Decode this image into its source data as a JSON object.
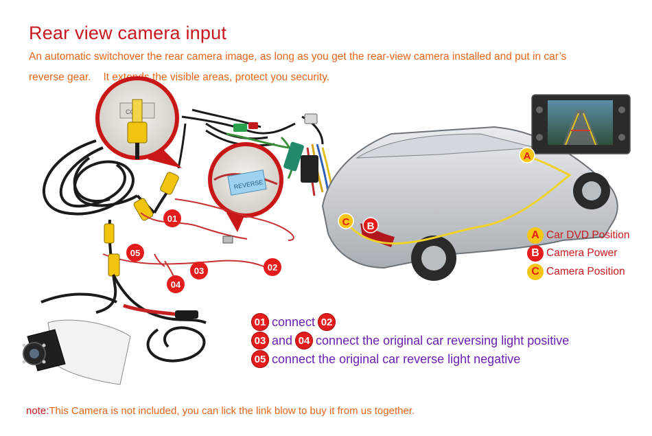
{
  "title": "Rear view camera input",
  "intro": {
    "line1": "An automatic switchover the rear camera image, as long as you get the rear-view camera installed and put in car’s",
    "line2a": "reverse gear.",
    "line2b": "It extends the visible areas, protect you security."
  },
  "zoom_labels": {
    "reverse_tag": "REVERSE",
    "ccd_tag": "CCD"
  },
  "wire_labels": [
    "01",
    "02",
    "03",
    "04",
    "05"
  ],
  "car_markers": {
    "a": "A",
    "b": "B",
    "c": "C"
  },
  "legend": [
    {
      "letter": "A",
      "text": "Car DVD Position",
      "color": "#f5c518"
    },
    {
      "letter": "B",
      "text": "Camera Power",
      "color": "#e41c1c"
    },
    {
      "letter": "C",
      "text": "Camera Position",
      "color": "#f5c518"
    }
  ],
  "instructions": {
    "row1": {
      "n1": "01",
      "text": "connect",
      "n2": "02"
    },
    "row2": {
      "n1": "03",
      "text1": "and",
      "n2": "04",
      "text2": "connect the original car reversing light positive"
    },
    "row3": {
      "n1": "05",
      "text": "connect the original car reverse light negative"
    }
  },
  "note": {
    "prefix": "note:",
    "text": "This Camera is not included, you can lick the link blow to buy it from us together."
  },
  "colors": {
    "title": "#c8171d",
    "intro": "#e8651a",
    "instruction_text": "#6a1fb5",
    "badge": "#e41c1c",
    "marker_yellow": "#f5c518"
  }
}
